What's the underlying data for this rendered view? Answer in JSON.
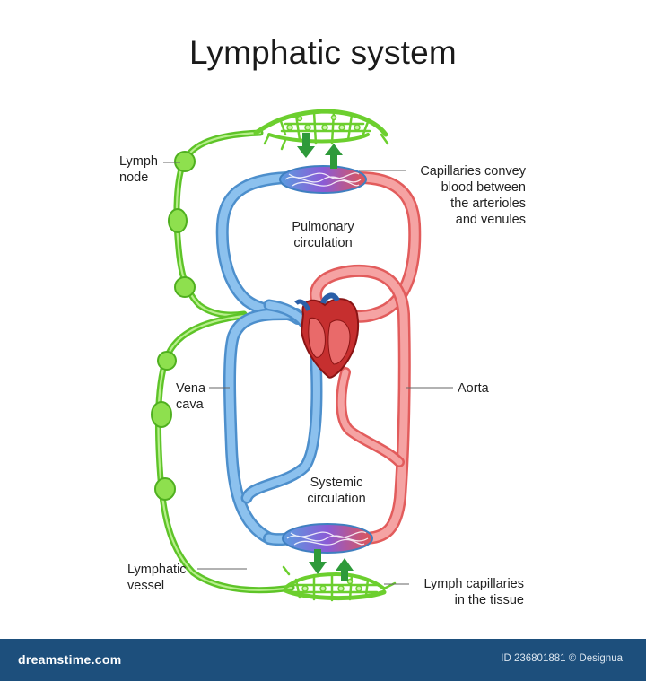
{
  "title": "Lymphatic system",
  "labels": {
    "lymph_node": [
      "Lymph",
      "node"
    ],
    "capillaries": [
      "Capillaries convey",
      "blood between",
      "the arterioles",
      "and venules"
    ],
    "pulmonary": [
      "Pulmonary",
      "circulation"
    ],
    "vena_cava": [
      "Vena",
      "cava"
    ],
    "aorta": "Aorta",
    "systemic": [
      "Systemic",
      "circulation"
    ],
    "lymphatic_vessel": [
      "Lymphatic",
      "vessel"
    ],
    "lymph_capillaries": [
      "Lymph capillaries",
      "in the tissue"
    ]
  },
  "footer": {
    "brand": "dreamstime.com",
    "credit": "ID 236801881 © Designua"
  },
  "colors": {
    "lymph": "#6ccf2e",
    "vein": "#6aa8de",
    "artery": "#f07a7a",
    "arrow": "#2e9a3a",
    "footer": "#1d4f7c"
  }
}
